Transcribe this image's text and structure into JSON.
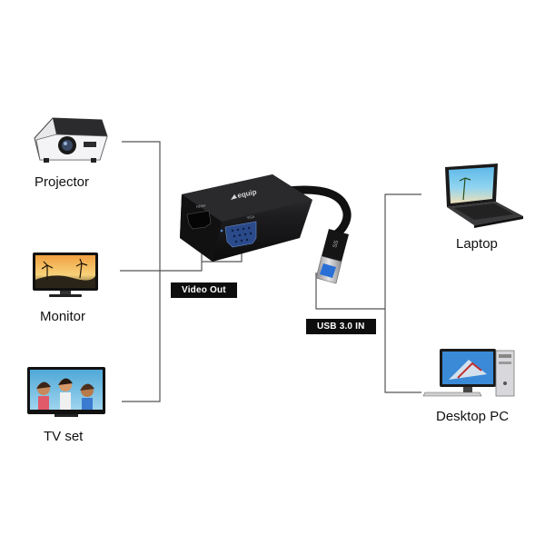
{
  "inputs": [
    {
      "id": "projector",
      "label": "Projector"
    },
    {
      "id": "monitor",
      "label": "Monitor"
    },
    {
      "id": "tv",
      "label": "TV set"
    }
  ],
  "outputs": [
    {
      "id": "laptop",
      "label": "Laptop"
    },
    {
      "id": "desktop",
      "label": "Desktop PC"
    }
  ],
  "adapter": {
    "brand": "equip",
    "port_labels": [
      "HDMI",
      "VGA"
    ]
  },
  "tags": {
    "video_out": "Video Out",
    "usb_in": "USB 3.0 IN"
  },
  "colors": {
    "line": "#555555",
    "tag_bg": "#0d0d0d",
    "adapter_body": "#1c1c1e",
    "usb_blue": "#2a6fd6"
  }
}
